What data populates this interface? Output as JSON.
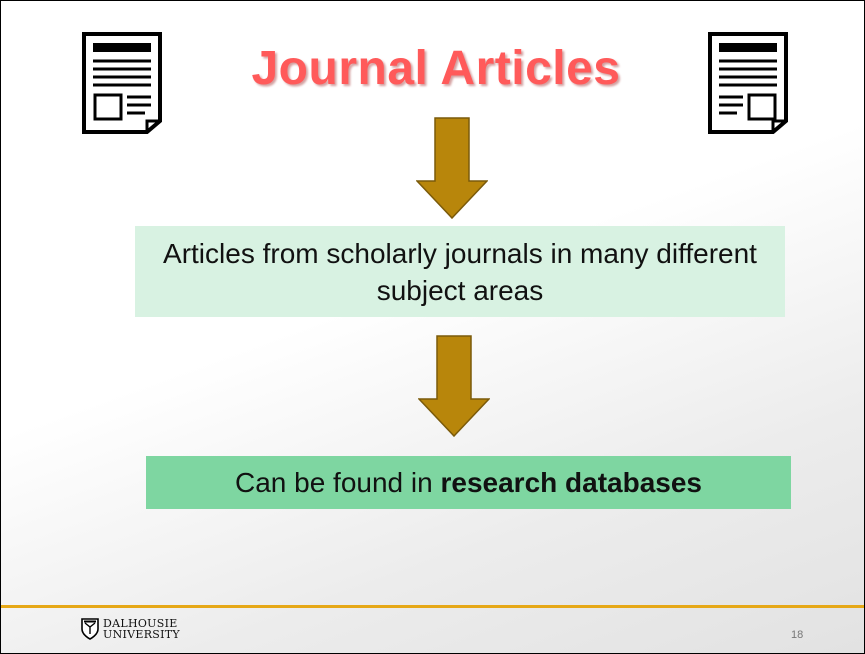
{
  "slide": {
    "title": "Journal Articles",
    "box1_text": "Articles from scholarly journals in many different subject areas",
    "box2_prefix": "Can be found in ",
    "box2_bold": "research databases",
    "footer": {
      "logo_line1": "DALHOUSIE",
      "logo_line2": "UNIVERSITY",
      "page_number": "18"
    }
  },
  "icons": {
    "left": "newspaper-icon",
    "right": "newspaper-icon",
    "arrows": "down-arrow-icon",
    "crest": "university-crest-icon"
  },
  "colors": {
    "title": "#ff5a5a",
    "arrow": "#b8860b",
    "box1": "#d8f2e2",
    "box2": "#7ed6a1",
    "divider": "#e6a817"
  }
}
